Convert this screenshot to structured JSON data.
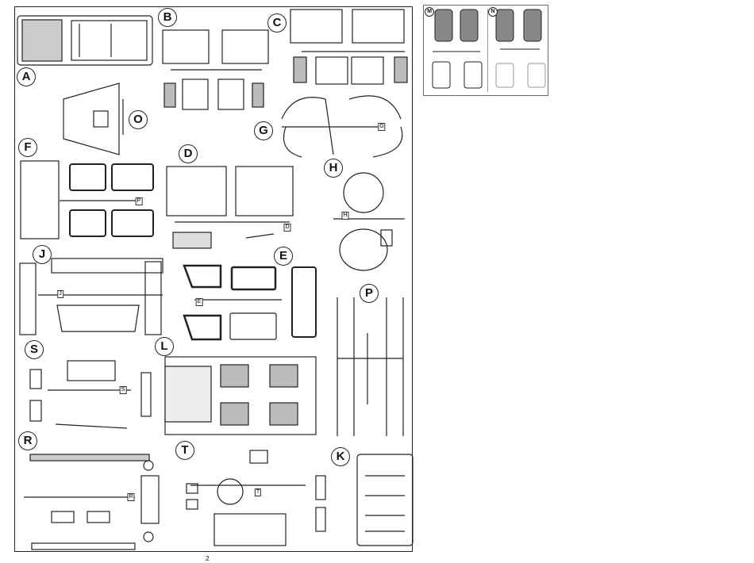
{
  "sheet_labels": [
    "A",
    "B",
    "C",
    "O",
    "G",
    "F",
    "D",
    "H",
    "J",
    "E",
    "P",
    "S",
    "L",
    "R",
    "T",
    "K"
  ],
  "sprue_tags": [
    "P",
    "H",
    "J",
    "E",
    "S",
    "R",
    "T",
    "D",
    "G"
  ],
  "inset_labels": [
    "M",
    "N"
  ],
  "page_number": "2"
}
